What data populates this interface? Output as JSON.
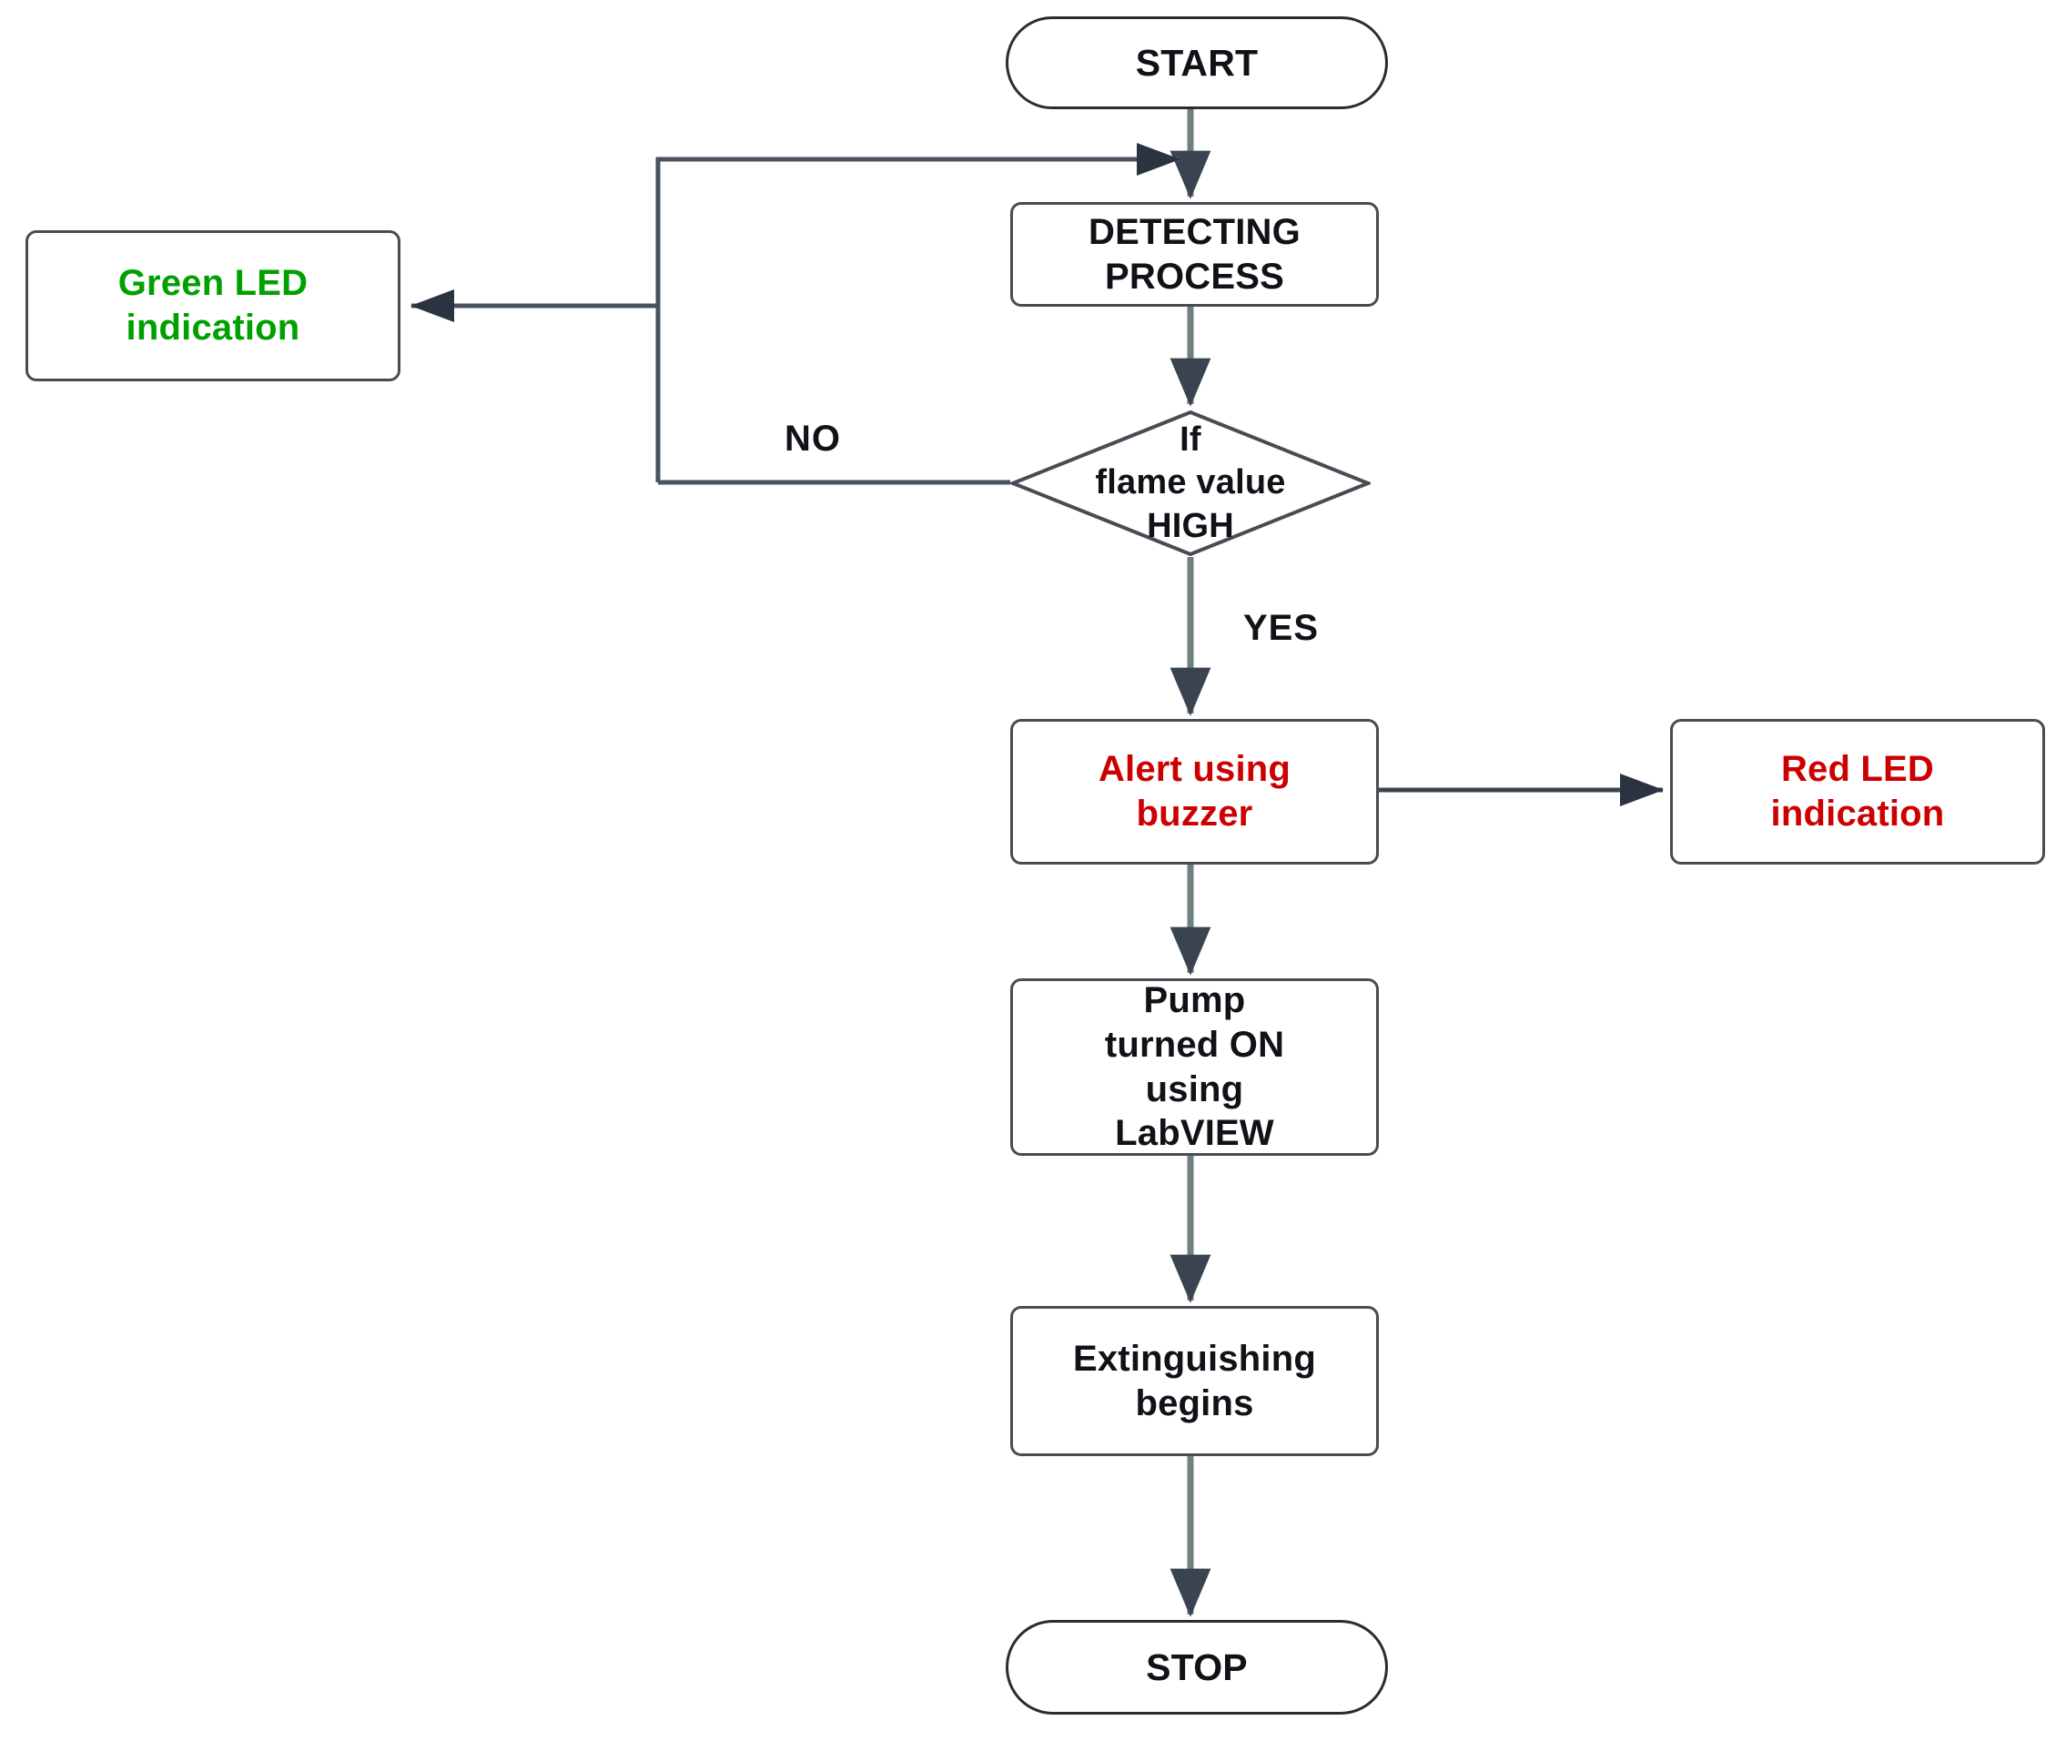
{
  "diagram": {
    "title": "Fire detection and extinguishing flowchart",
    "colors": {
      "green_text": "#00a000",
      "red_text": "#cc0000",
      "node_border": "#4a4a55",
      "terminator_border": "#2b2b33",
      "connector_dark": "#3c4450",
      "connector_green_gray": "#6f8080",
      "background": "#ffffff"
    },
    "nodes": {
      "start": {
        "label": "START",
        "shape": "terminator"
      },
      "detecting": {
        "label": "DETECTING\nPROCESS",
        "line1": "DETECTING",
        "line2": "PROCESS",
        "shape": "process"
      },
      "green_led": {
        "label": "Green LED\nindication",
        "line1": "Green LED",
        "line2": "indication",
        "shape": "process"
      },
      "decision": {
        "label": "If\nflame value\nHIGH",
        "line1": "If",
        "line2": "flame value",
        "line3": "HIGH",
        "shape": "decision"
      },
      "alert": {
        "label": "Alert using\nbuzzer",
        "line1": "Alert using",
        "line2": "buzzer",
        "shape": "process"
      },
      "red_led": {
        "label": "Red LED\nindication",
        "line1": "Red LED",
        "line2": "indication",
        "shape": "process"
      },
      "pump": {
        "label": "Pump\nturned ON\nusing\nLabVIEW",
        "line1": "Pump",
        "line2": "turned ON",
        "line3": "using",
        "line4": "LabVIEW",
        "shape": "process"
      },
      "extinguish": {
        "label": "Extinguishing\nbegins",
        "line1": "Extinguishing",
        "line2": "begins",
        "shape": "process"
      },
      "stop": {
        "label": "STOP",
        "shape": "terminator"
      }
    },
    "branch_labels": {
      "no": "NO",
      "yes": "YES"
    },
    "edges": [
      {
        "from": "start",
        "to": "detecting",
        "label": ""
      },
      {
        "from": "detecting",
        "to": "decision",
        "label": ""
      },
      {
        "from": "decision",
        "to": "green_led",
        "label": "NO"
      },
      {
        "from": "decision",
        "to": "detecting",
        "label": "NO"
      },
      {
        "from": "decision",
        "to": "alert",
        "label": "YES"
      },
      {
        "from": "alert",
        "to": "red_led",
        "label": ""
      },
      {
        "from": "alert",
        "to": "pump",
        "label": ""
      },
      {
        "from": "pump",
        "to": "extinguish",
        "label": ""
      },
      {
        "from": "extinguish",
        "to": "stop",
        "label": ""
      }
    ]
  }
}
